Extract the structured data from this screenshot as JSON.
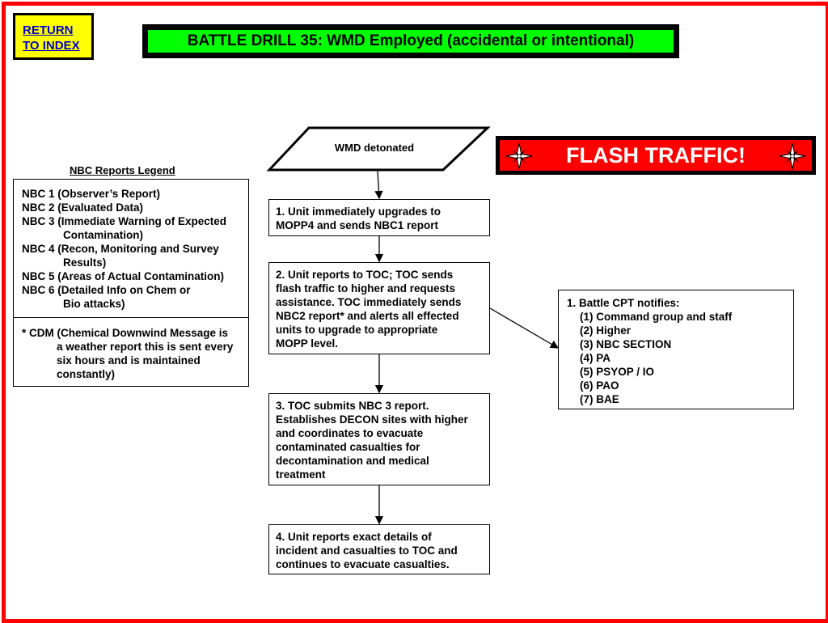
{
  "return_button": {
    "line1": "RETURN",
    "line2": "TO INDEX"
  },
  "title": "BATTLE DRILL 35:  WMD Employed (accidental or intentional)",
  "flash_traffic": "FLASH TRAFFIC!",
  "start_shape": "WMD detonated",
  "steps": [
    [
      "1. Unit immediately upgrades to",
      "MOPP4 and sends NBC1 report"
    ],
    [
      "2. Unit reports to TOC; TOC sends",
      "flash traffic to higher and requests",
      "assistance.  TOC immediately sends",
      "NBC2 report* and alerts all effected",
      "units to upgrade to appropriate",
      "MOPP level."
    ],
    [
      "3. TOC submits NBC 3 report.",
      "Establishes DECON sites with higher",
      "and coordinates to evacuate",
      "contaminated casualties for",
      "decontamination and medical",
      "treatment"
    ],
    [
      "4.  Unit reports exact details of",
      "incident and casualties to  TOC and",
      "continues to evacuate casualties."
    ]
  ],
  "legend": {
    "title": "NBC Reports Legend",
    "items": [
      {
        "main": "NBC 1 (Observer’s Report)"
      },
      {
        "main": "NBC 2 (Evaluated Data)"
      },
      {
        "main": "NBC 3 (Immediate Warning of Expected",
        "cont": "Contamination)"
      },
      {
        "main": "NBC 4 (Recon, Monitoring and Survey",
        "cont": "Results)"
      },
      {
        "main": "NBC 5 (Areas of Actual Contamination)"
      },
      {
        "main": "NBC 6 (Detailed Info on Chem or",
        "cont": "Bio attacks)"
      }
    ],
    "note": [
      "* CDM (Chemical Downwind Message is",
      "a weather report this is sent every",
      "six hours and is maintained",
      "constantly)"
    ]
  },
  "notifies": {
    "title": "1. Battle CPT notifies:",
    "items": [
      "(1) Command group and staff",
      "(2) Higher",
      "(3) NBC SECTION",
      "(4) PA",
      "(5) PSYOP / IO",
      "(6) PAO",
      "(7) BAE"
    ]
  },
  "colors": {
    "frame": "#ff0000",
    "title_bg": "#00ff00",
    "return_bg": "#ffff00",
    "flash_bg": "#ff0000"
  },
  "icons": [
    "compass-star-icon"
  ]
}
